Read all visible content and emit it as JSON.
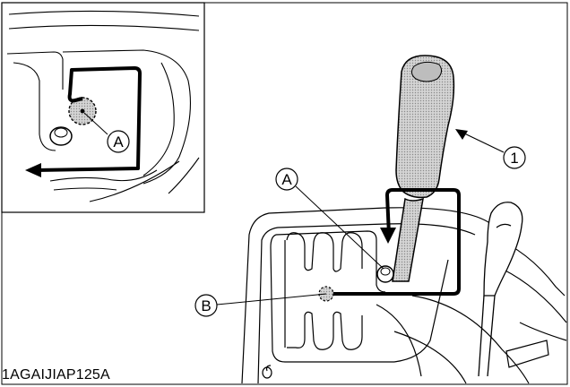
{
  "figure": {
    "caption": "1AGAIJIAP125A",
    "callouts": {
      "lever_number": "1",
      "lever_symbol": "①",
      "inset_point": "A",
      "main_point_a": "A",
      "main_point_b": "B"
    }
  }
}
